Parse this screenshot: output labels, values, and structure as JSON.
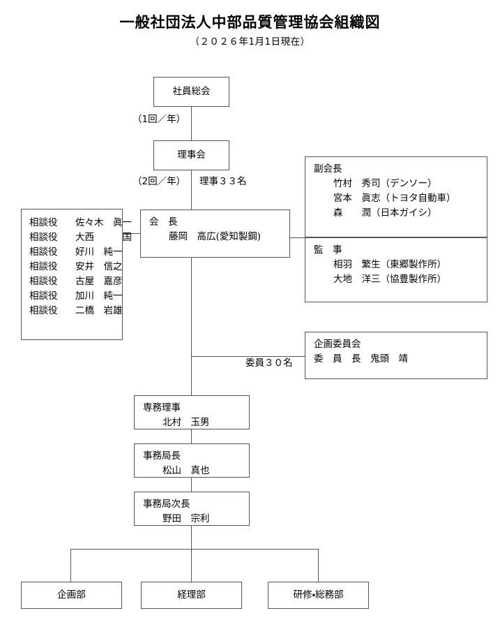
{
  "header": {
    "title": "一般社団法人中部品質管理協会組織図",
    "subtitle": "（２０２６年1月1日現在）"
  },
  "nodes": {
    "general_assembly": {
      "label": "社員総会"
    },
    "board": {
      "label": "理事会"
    },
    "chairman": {
      "title": "会　長",
      "name": "藤岡　高広(愛知製鋼)"
    },
    "vice_chairmen": {
      "title": "副会長",
      "members": [
        "竹村　秀司（デンソー）",
        "宮本　眞志（トヨタ自動車）",
        "森　　潤（日本ガイシ）"
      ]
    },
    "auditors": {
      "title": "監　事",
      "members": [
        "相羽　繁生（東郷製作所）",
        "大地　洋三（協豊製作所）"
      ]
    },
    "advisors": {
      "rows": [
        {
          "role": "相談役",
          "name": "佐々木　眞一"
        },
        {
          "role": "相談役",
          "name": "大西　　　国"
        },
        {
          "role": "相談役",
          "name": "好川　純一"
        },
        {
          "role": "相談役",
          "name": "安井　信之"
        },
        {
          "role": "相談役",
          "name": "古屋　嘉彦"
        },
        {
          "role": "相談役",
          "name": "加川　純一"
        },
        {
          "role": "相談役",
          "name": "二橋　岩雄"
        }
      ]
    },
    "planning_committee": {
      "title": "企画委員会",
      "chair": "委　員　長　鬼頭　靖"
    },
    "managing_director": {
      "title": "専務理事",
      "name": "北村　玉男"
    },
    "secretary_general": {
      "title": "事務局長",
      "name": "松山　真也"
    },
    "deputy_secretary_general": {
      "title": "事務局次長",
      "name": "野田　宗利"
    },
    "departments": [
      {
        "label": "企画部"
      },
      {
        "label": "経理部"
      },
      {
        "label": "研修・総務部"
      }
    ]
  },
  "annotations": {
    "assembly_frequency": "（1回／年）",
    "board_frequency": "（2回／年）",
    "directors_count": "理事３３名",
    "committee_members_count": "委員３０名"
  },
  "colors": {
    "line": "#555555",
    "text": "#000000",
    "background": "#ffffff"
  }
}
